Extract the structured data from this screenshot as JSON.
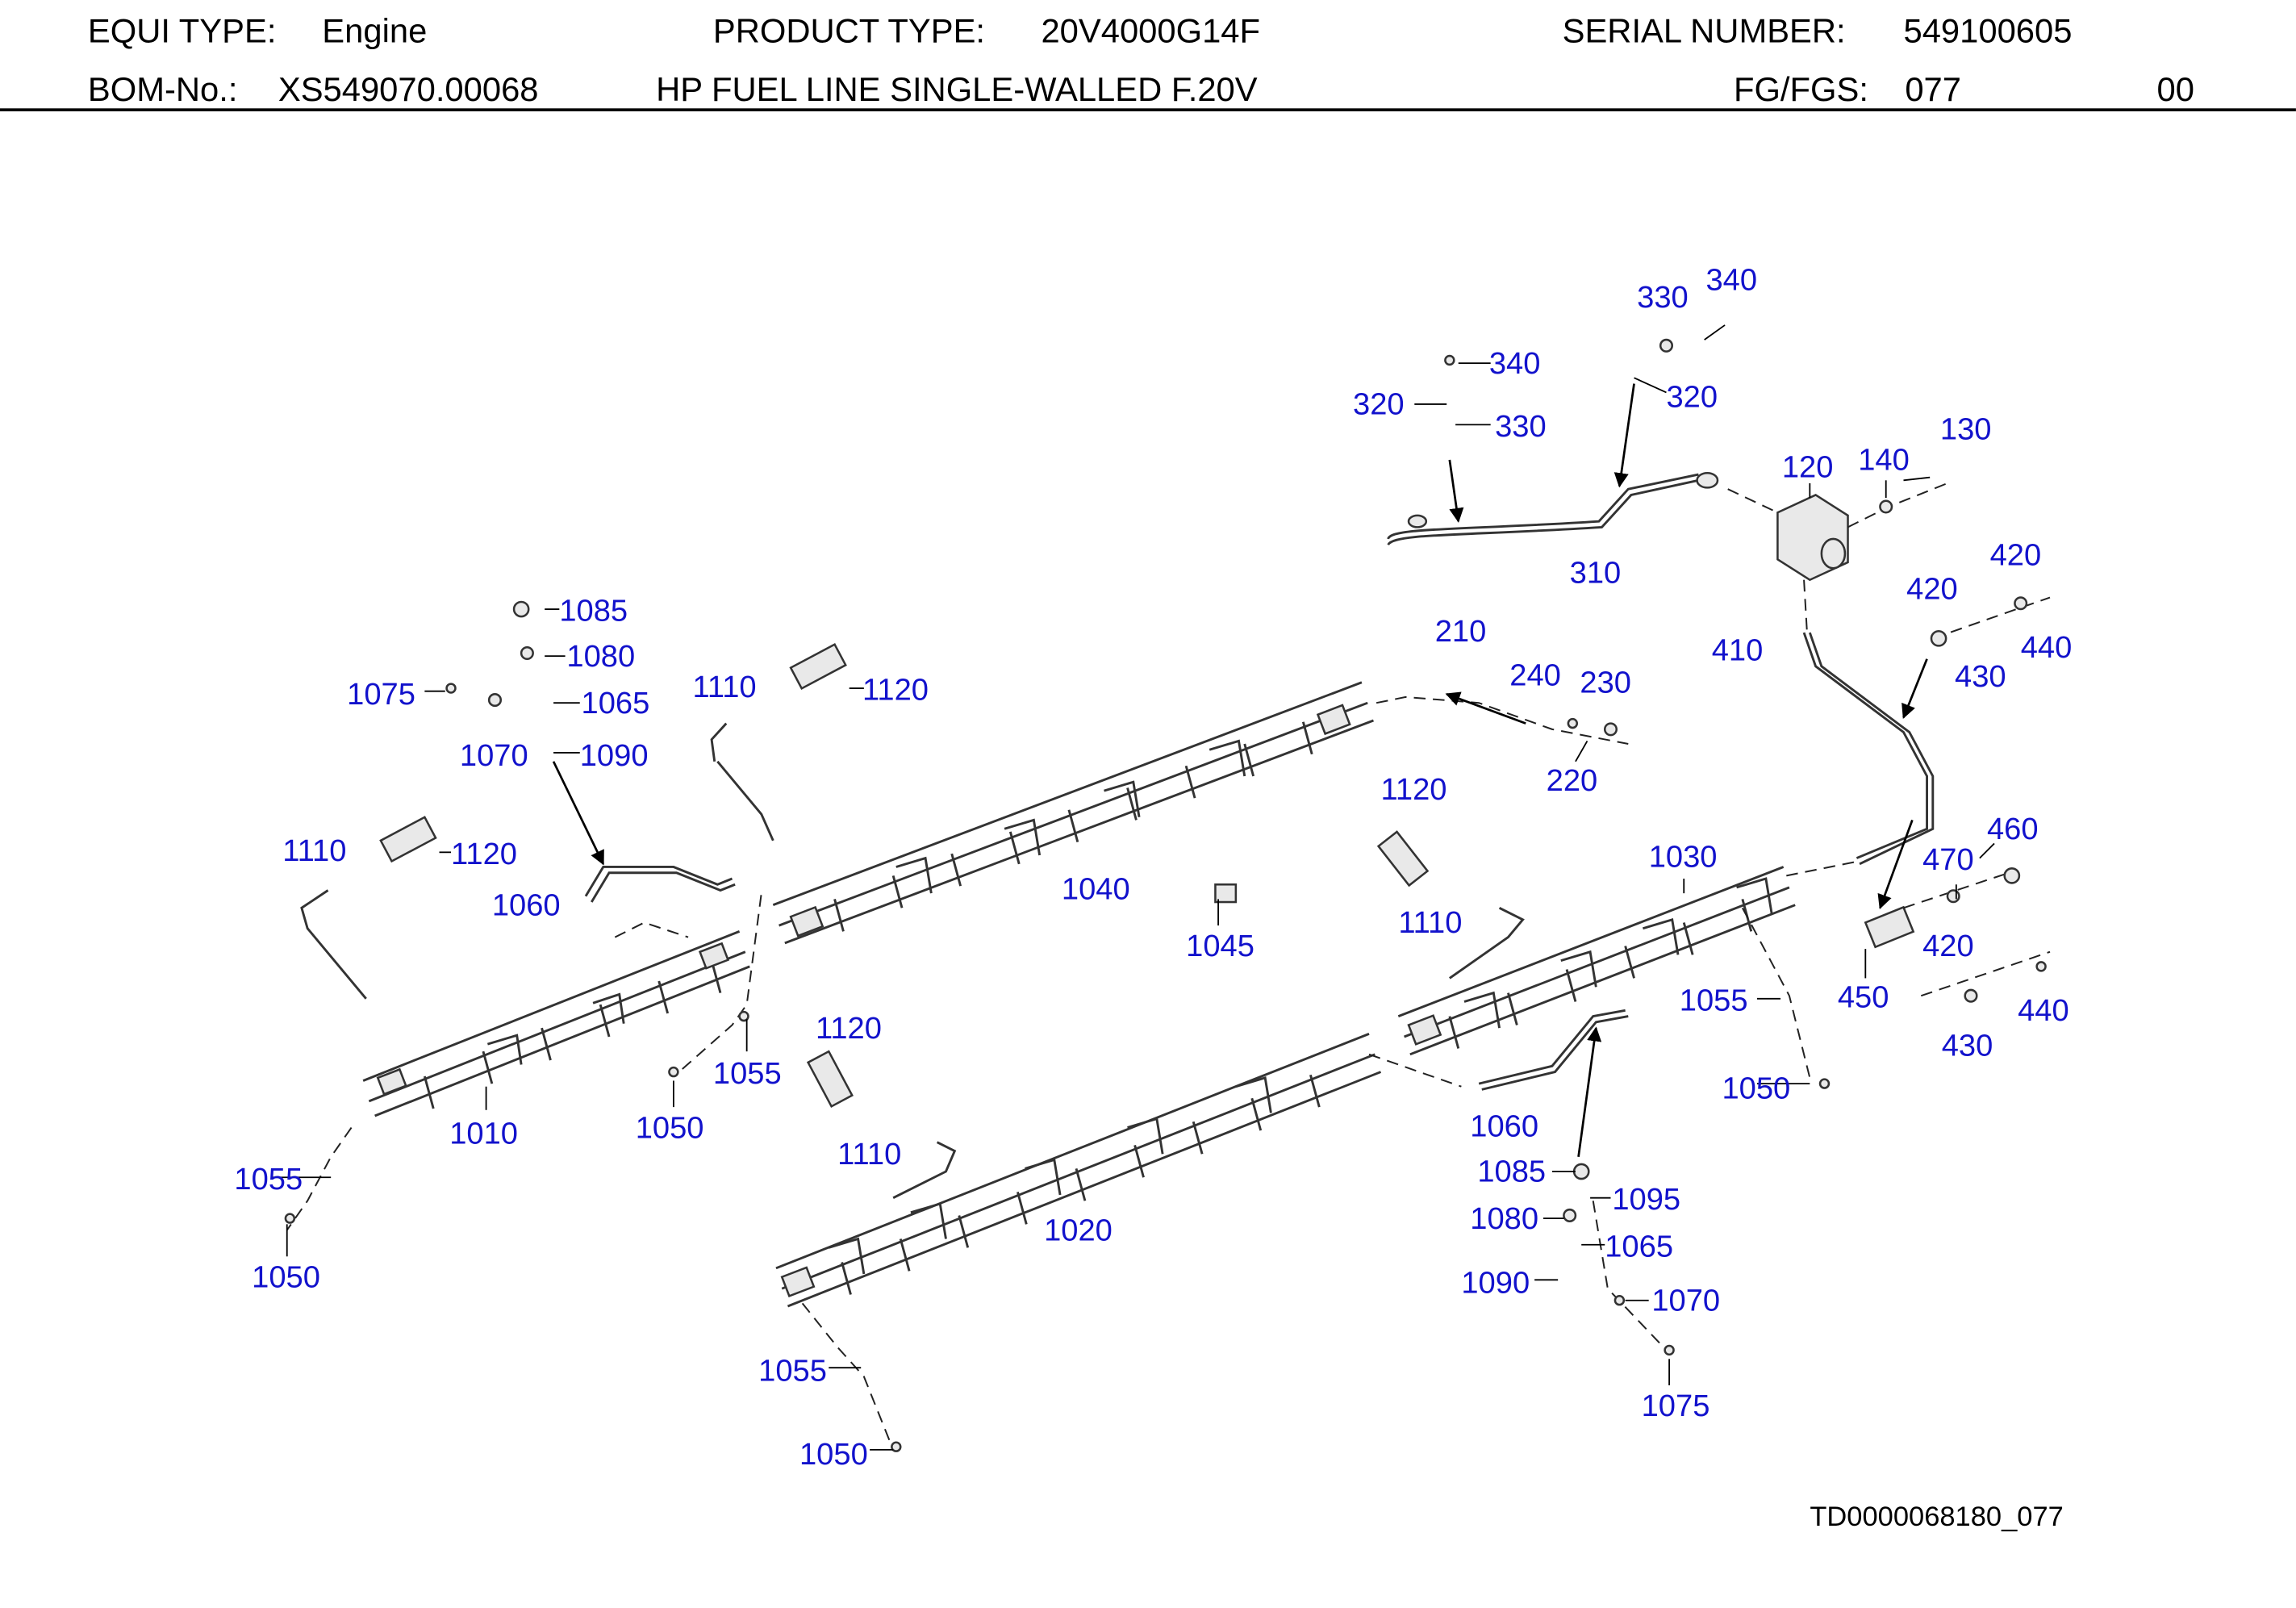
{
  "header": {
    "equi_type_label": "EQUI TYPE:",
    "equi_type_value": "Engine",
    "product_type_label": "PRODUCT TYPE:",
    "product_type_value": "20V4000G14F",
    "serial_number_label": "SERIAL NUMBER:",
    "serial_number_value": "549100605",
    "bom_label": "BOM-No.:",
    "bom_value": "XS549070.00068",
    "description": "HP FUEL LINE SINGLE-WALLED F.20V",
    "fg_label": "FG/FGS:",
    "fg_value": "077",
    "revision": "00"
  },
  "drawing_id": "TD0000068180_077",
  "callouts": [
    "330",
    "340",
    "340",
    "320",
    "320",
    "330",
    "130",
    "120",
    "140",
    "310",
    "420",
    "420",
    "440",
    "410",
    "430",
    "210",
    "240",
    "230",
    "220",
    "1085",
    "1080",
    "1075",
    "1065",
    "1070",
    "1090",
    "1110",
    "1120",
    "1110",
    "1120",
    "1060",
    "1040",
    "1045",
    "1120",
    "1110",
    "1030",
    "460",
    "470",
    "1055",
    "450",
    "420",
    "440",
    "430",
    "1010",
    "1055",
    "1050",
    "1120",
    "1060",
    "1050",
    "1110",
    "1055",
    "1050",
    "1020",
    "1085",
    "1095",
    "1080",
    "1065",
    "1090",
    "1070",
    "1075",
    "1055",
    "1050"
  ]
}
